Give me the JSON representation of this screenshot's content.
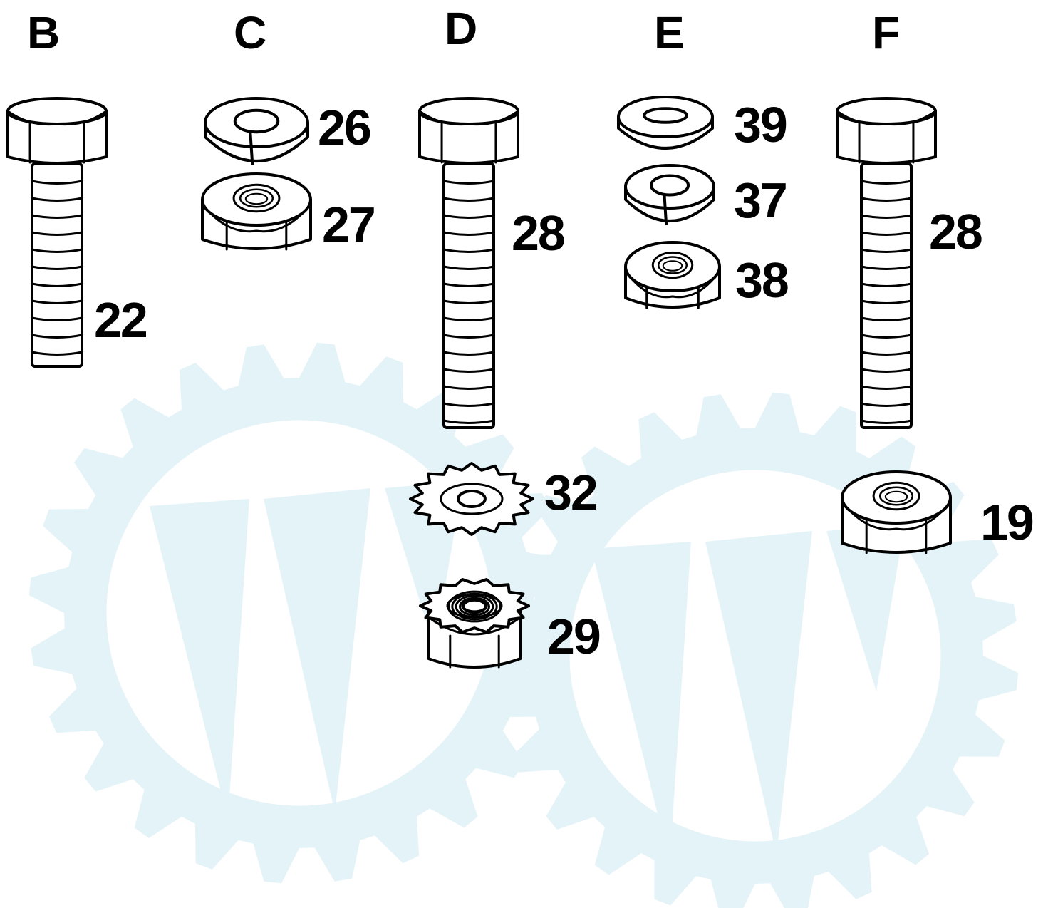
{
  "columns": {
    "b": {
      "letter": "B",
      "parts": {
        "bolt": "22"
      }
    },
    "c": {
      "letter": "C",
      "parts": {
        "lock_washer": "26",
        "nut": "27"
      }
    },
    "d": {
      "letter": "D",
      "parts": {
        "bolt": "28",
        "star_washer": "32",
        "kep_nut": "29"
      }
    },
    "e": {
      "letter": "E",
      "parts": {
        "flat_washer": "39",
        "lock_washer": "37",
        "nut": "38"
      }
    },
    "f": {
      "letter": "F",
      "parts": {
        "bolt": "28",
        "nut": "19"
      }
    }
  },
  "watermark": {
    "color": "#e4f3f8"
  },
  "line_color": "#000000"
}
